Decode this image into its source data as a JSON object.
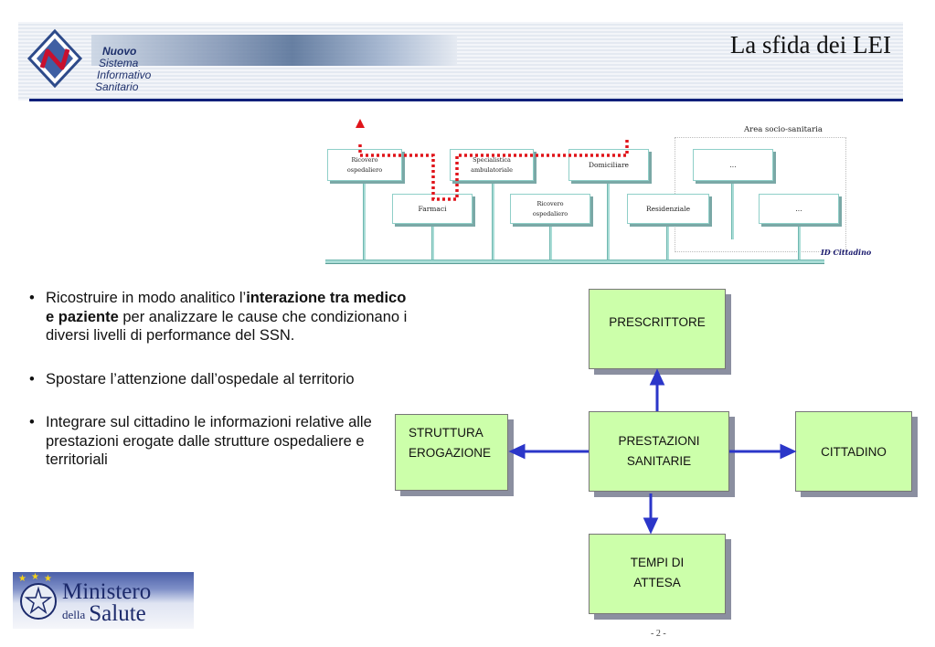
{
  "header": {
    "title": "La sfida dei LEI",
    "logo_lines": [
      "Nuovo",
      "Sistema",
      "Informativo",
      "Sanitario"
    ]
  },
  "top_diagram": {
    "area_label": "Area socio-sanitaria",
    "id_label": "ID Cittadino",
    "boxes": {
      "ricovero_1": [
        "Ricovero",
        "ospedaliero"
      ],
      "specialistica": [
        "Specialistica",
        "ambulatoriale"
      ],
      "domiciliare": "Domiciliare",
      "dots_1": "...",
      "farmaci": "Farmaci",
      "ricovero_2": [
        "Ricovero",
        "ospedaliero"
      ],
      "residenziale": "Residenziale",
      "dots_2": "..."
    }
  },
  "bullets": [
    {
      "pre": "Ricostruire in modo analitico l’",
      "bold": "interazione tra medico e paziente",
      "post": " per analizzare le cause che condizionano i diversi livelli di performance del SSN."
    },
    {
      "pre": "Spostare l’attenzione dall’ospedale al territorio",
      "bold": "",
      "post": ""
    },
    {
      "pre": "Integrare sul cittadino le informazioni relative alle prestazioni erogate dalle strutture ospedaliere e territoriali",
      "bold": "",
      "post": ""
    }
  ],
  "flow": {
    "prescrittore": [
      "PRESCRITTORE"
    ],
    "struttura": [
      "STRUTTURA",
      "EROGAZIONE"
    ],
    "prestazioni": [
      "PRESTAZIONI",
      "SANITARIE"
    ],
    "cittadino": [
      "CITTADINO"
    ],
    "tempi": [
      "TEMPI DI",
      "ATTESA"
    ]
  },
  "footer": {
    "page_number": "- 2 -",
    "ministry_logo": [
      "Ministero",
      "della",
      "Salute"
    ]
  },
  "colors": {
    "flow_box_fill": "#ccffaa",
    "arrow": "#2b36c9",
    "dotted_path": "#e0141a",
    "header_rule": "#0a1f7a"
  }
}
